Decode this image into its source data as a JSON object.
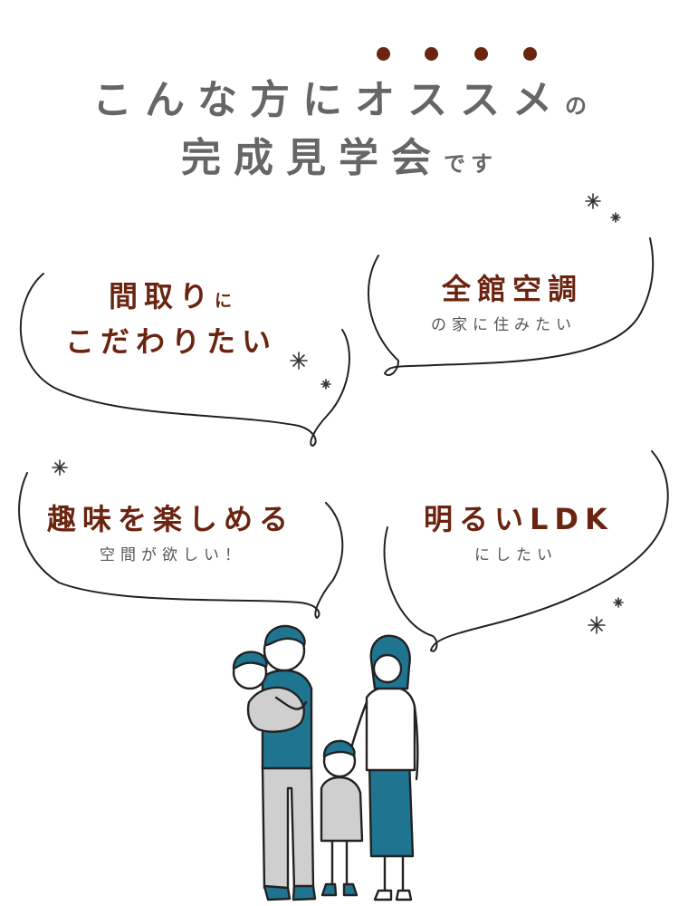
{
  "heading": {
    "line1_main": "こんな方にオススメ",
    "line1_particle": "の",
    "line2_main": "完成見学会",
    "line2_suffix": "です"
  },
  "bubbles": [
    {
      "title": "間取り",
      "title_particle": "に",
      "title_line2": "こだわりたい",
      "subtitle": ""
    },
    {
      "title": "全館空調",
      "subtitle": "の家に住みたい"
    },
    {
      "title": "趣味を楽しめる",
      "subtitle": "空間が欲しい！"
    },
    {
      "title": "明るいLDK",
      "subtitle": "にしたい"
    }
  ],
  "colors": {
    "heading": "#666666",
    "accent": "#6b2410",
    "teal": "#1f7590",
    "gray_fill": "#cfcfcf",
    "line": "#222222"
  },
  "illustration": "family-of-four-illustration",
  "decorations": [
    "sparkle-icon",
    "emphasis-dot"
  ]
}
